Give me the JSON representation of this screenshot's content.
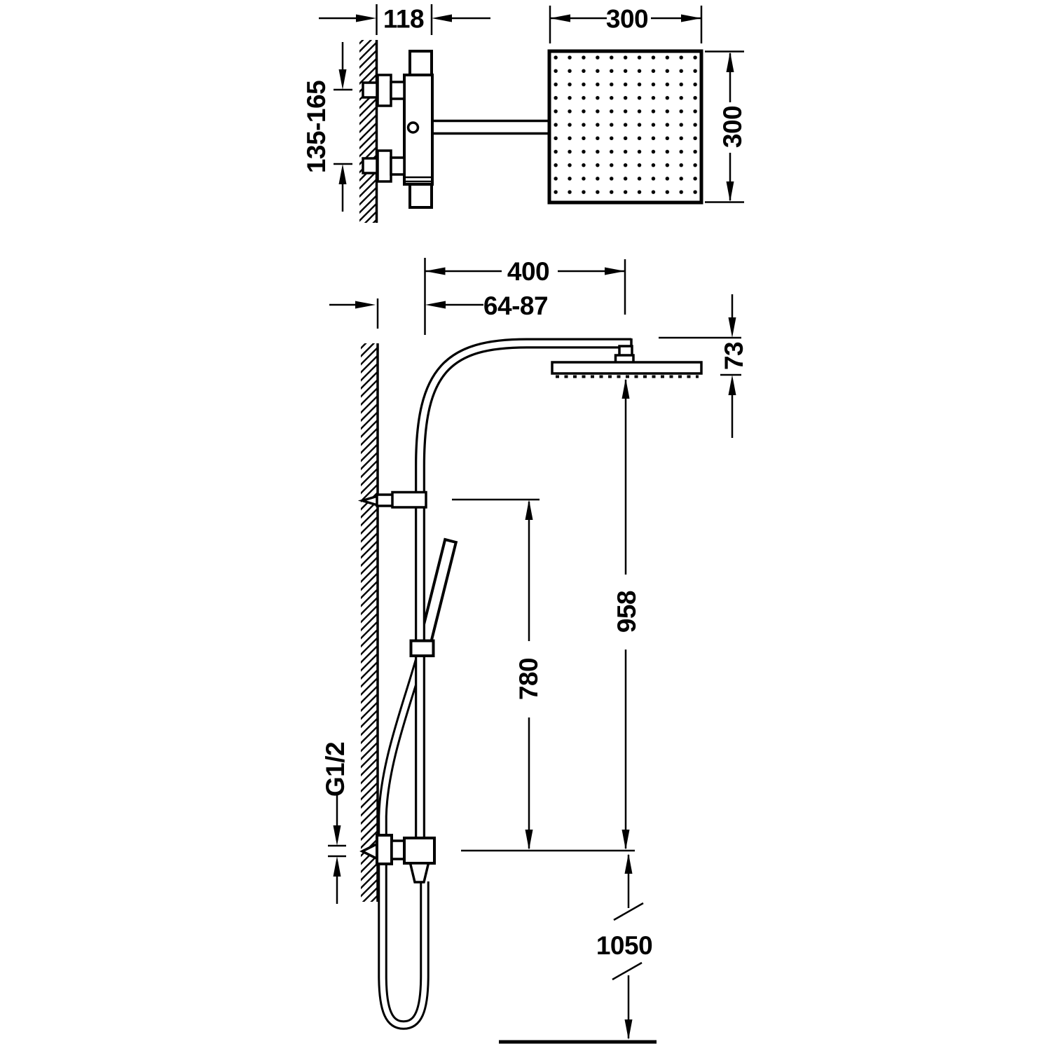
{
  "colors": {
    "ink": "#000000",
    "paper": "#ffffff"
  },
  "views": {
    "top": {
      "dims": {
        "valve_depth": "118",
        "head_width": "300",
        "head_depth": "300",
        "handle_spacing": "135-165"
      }
    },
    "front": {
      "dims": {
        "arm_reach": "400",
        "wall_clearance": "64-87",
        "head_drop": "73",
        "head_above_inlet": "958",
        "handshower_above_inlet": "780",
        "inlet_thread": "G1/2",
        "inlet_floor_height": "1050"
      }
    }
  }
}
